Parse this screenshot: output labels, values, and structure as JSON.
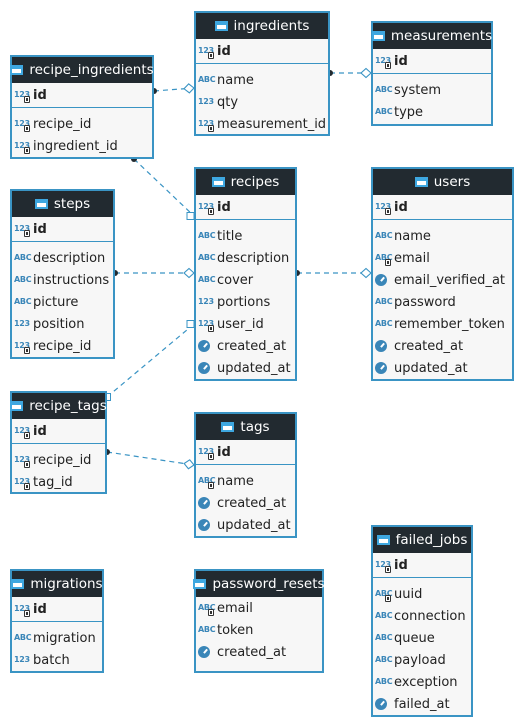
{
  "colors": {
    "header_bg": "#222a30",
    "border": "#3a94c4",
    "link": "#3a94c4",
    "body_bg": "#f7f7f7"
  },
  "entities": {
    "ingredients": {
      "name": "ingredients",
      "columns": [
        {
          "name": "id",
          "type": "number",
          "pk": true
        },
        {
          "name": "name",
          "type": "text"
        },
        {
          "name": "qty",
          "type": "number"
        },
        {
          "name": "measurement_id",
          "type": "number",
          "fk": true
        }
      ]
    },
    "measurements": {
      "name": "measurements",
      "columns": [
        {
          "name": "id",
          "type": "number",
          "pk": true
        },
        {
          "name": "system",
          "type": "text"
        },
        {
          "name": "type",
          "type": "text"
        }
      ]
    },
    "recipe_ingredients": {
      "name": "recipe_ingredients",
      "columns": [
        {
          "name": "id",
          "type": "number",
          "pk": true
        },
        {
          "name": "recipe_id",
          "type": "number",
          "fk": true
        },
        {
          "name": "ingredient_id",
          "type": "number",
          "fk": true
        }
      ]
    },
    "recipes": {
      "name": "recipes",
      "columns": [
        {
          "name": "id",
          "type": "number",
          "pk": true
        },
        {
          "name": "title",
          "type": "text"
        },
        {
          "name": "description",
          "type": "text"
        },
        {
          "name": "cover",
          "type": "text"
        },
        {
          "name": "portions",
          "type": "number"
        },
        {
          "name": "user_id",
          "type": "number",
          "fk": true
        },
        {
          "name": "created_at",
          "type": "datetime"
        },
        {
          "name": "updated_at",
          "type": "datetime"
        }
      ]
    },
    "users": {
      "name": "users",
      "columns": [
        {
          "name": "id",
          "type": "number",
          "pk": true
        },
        {
          "name": "name",
          "type": "text"
        },
        {
          "name": "email",
          "type": "text",
          "fk": true
        },
        {
          "name": "email_verified_at",
          "type": "datetime"
        },
        {
          "name": "password",
          "type": "text"
        },
        {
          "name": "remember_token",
          "type": "text"
        },
        {
          "name": "created_at",
          "type": "datetime"
        },
        {
          "name": "updated_at",
          "type": "datetime"
        }
      ]
    },
    "steps": {
      "name": "steps",
      "columns": [
        {
          "name": "id",
          "type": "number",
          "pk": true
        },
        {
          "name": "description",
          "type": "text"
        },
        {
          "name": "instructions",
          "type": "text"
        },
        {
          "name": "picture",
          "type": "text"
        },
        {
          "name": "position",
          "type": "number"
        },
        {
          "name": "recipe_id",
          "type": "number",
          "fk": true
        }
      ]
    },
    "recipe_tags": {
      "name": "recipe_tags",
      "columns": [
        {
          "name": "id",
          "type": "number",
          "pk": true
        },
        {
          "name": "recipe_id",
          "type": "number",
          "fk": true
        },
        {
          "name": "tag_id",
          "type": "number",
          "fk": true
        }
      ]
    },
    "tags": {
      "name": "tags",
      "columns": [
        {
          "name": "id",
          "type": "number",
          "pk": true
        },
        {
          "name": "name",
          "type": "text",
          "fk": true
        },
        {
          "name": "created_at",
          "type": "datetime"
        },
        {
          "name": "updated_at",
          "type": "datetime"
        }
      ]
    },
    "migrations": {
      "name": "migrations",
      "columns": [
        {
          "name": "id",
          "type": "number",
          "pk": true
        },
        {
          "name": "migration",
          "type": "text"
        },
        {
          "name": "batch",
          "type": "number"
        }
      ]
    },
    "password_resets": {
      "name": "password_resets",
      "columns": [
        {
          "name": "email",
          "type": "text",
          "fk": true
        },
        {
          "name": "token",
          "type": "text"
        },
        {
          "name": "created_at",
          "type": "datetime"
        }
      ]
    },
    "failed_jobs": {
      "name": "failed_jobs",
      "columns": [
        {
          "name": "id",
          "type": "number",
          "pk": true
        },
        {
          "name": "uuid",
          "type": "text",
          "fk": true
        },
        {
          "name": "connection",
          "type": "text"
        },
        {
          "name": "queue",
          "type": "text"
        },
        {
          "name": "payload",
          "type": "text"
        },
        {
          "name": "exception",
          "type": "text"
        },
        {
          "name": "failed_at",
          "type": "datetime"
        }
      ]
    }
  },
  "relationships": [
    {
      "from": "recipe_ingredients",
      "to": "ingredients"
    },
    {
      "from": "ingredients",
      "to": "measurements"
    },
    {
      "from": "recipe_ingredients",
      "to": "recipes"
    },
    {
      "from": "steps",
      "to": "recipes"
    },
    {
      "from": "recipes",
      "to": "users"
    },
    {
      "from": "recipe_tags",
      "to": "recipes"
    },
    {
      "from": "recipe_tags",
      "to": "tags"
    }
  ]
}
